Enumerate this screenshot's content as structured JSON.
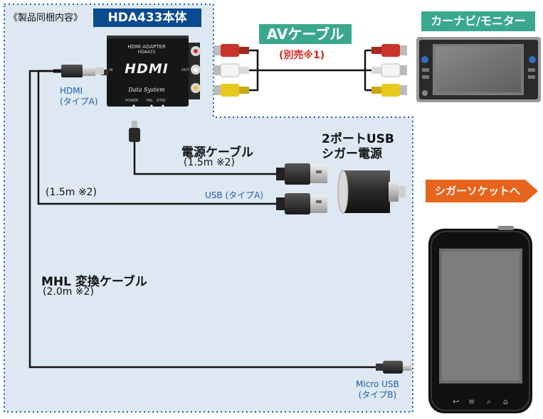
{
  "bundle": {
    "caption": "《製品同梱内容》",
    "product_title": "HDA433本体"
  },
  "adapter": {
    "top_line1": "HDMI ADAPTER",
    "top_line2": "HDA433",
    "logo": "HDMI",
    "in_label": "IN",
    "out_label": "OUT",
    "brand": "Data System",
    "power_label": "POWER",
    "pal_label": "PAL",
    "ntsc_label": "NTSC"
  },
  "av_cable": {
    "title": "AVケーブル",
    "note": "(別売※1)"
  },
  "monitor": {
    "title": "カーナビ/モニター"
  },
  "hdmi_plug": {
    "label_line1": "HDMI",
    "label_line2": "(タイプA)"
  },
  "power_cable": {
    "title": "電源ケーブル",
    "length": "(1.5m ※2)"
  },
  "hdmi_usb_cable": {
    "length": "(1.5m ※2)",
    "usb_label": "USB (タイプA)"
  },
  "charger": {
    "title_line1": "2ポートUSB",
    "title_line2": "シガー電源"
  },
  "cigar_socket": {
    "label": "シガーソケットへ"
  },
  "mhl_cable": {
    "title": "MHL 変換ケーブル",
    "length": "(2.0m ※2)",
    "plug_line1": "Micro USB",
    "plug_line2": "(タイプB)"
  },
  "colors": {
    "bundle_bg": "#dde8f3",
    "border_blue": "#1f5fa8",
    "title_bg": "#0a4a8f",
    "teal": "#3aa88f",
    "orange": "#e8641c",
    "red": "#d9261c"
  }
}
